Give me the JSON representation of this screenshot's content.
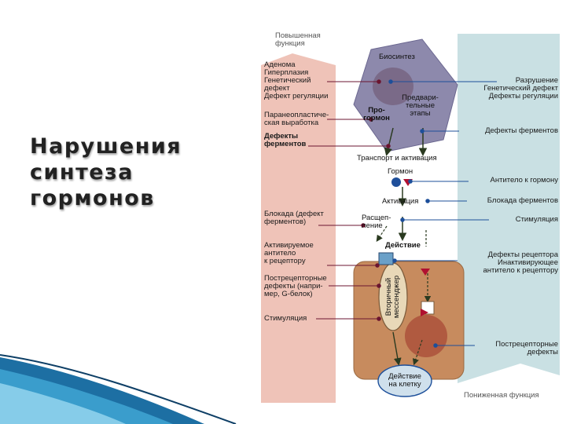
{
  "slide": {
    "title_lines": [
      "Нарушения",
      "синтеза",
      "гормонов"
    ]
  },
  "diagram": {
    "top_left_caption": "Повышенная\nфункция",
    "bottom_right_caption": "Пониженная функция",
    "cell_labels": {
      "biosynthesis": "Биосинтез",
      "prohormone": "Про-\nгормон",
      "preliminary": "Предвари-\nтельные\nэтапы",
      "transport": "Транспорт и активация",
      "hormone": "Гормон",
      "activation": "Активация",
      "cleavage": "Расщеп-\nление",
      "action": "Действие",
      "second_messenger": "Вторичный\nмессенджер",
      "cell_action": "Действие\nна клетку"
    },
    "left_labels": [
      "Аденома\nГиперплазия\nГенетический\nдефект\nДефект регуляции",
      "Паранеопластиче-\nская выработка",
      "Дефекты\nферментов",
      "Блокада (дефект\nферментов)",
      "Активируемое\nантитело\nк рецептору",
      "Пострецепторные\nдефекты (напри-\nмер, G-белок)",
      "Стимуляция"
    ],
    "right_labels": [
      "Разрушение\nГенетический дефект\nДефекты регуляции",
      "Дефекты ферментов",
      "Антитело к гормону",
      "Блокада ферментов",
      "Стимуляция",
      "Дефекты рецептора\nИнактивирующее\nантитело к рецептору",
      "Пострецепторные\nдефекты"
    ],
    "colors": {
      "left_band": "#efc3b8",
      "right_band": "#c9e0e3",
      "gland_cell": "#8d89ac",
      "nucleus": "#7a6a88",
      "target_cell": "#c78b5e",
      "hormone_dot": "#1f4f9a",
      "marker": "#b01030",
      "left_line": "#6b1530",
      "right_line": "#1d4f9a"
    }
  }
}
